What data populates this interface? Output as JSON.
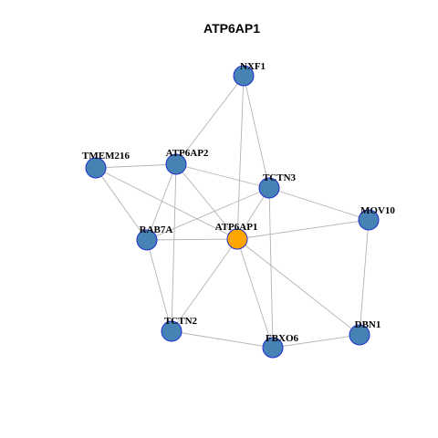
{
  "title": "ATP6AP1",
  "colors": {
    "node_fill": "#4682b4",
    "center_fill": "#ffa500",
    "node_border": "#1f2fd0",
    "edge": "#b3b3b3"
  },
  "graph": {
    "center": "ATP6AP1",
    "nodes": [
      "NXF1",
      "ATP6AP2",
      "TMEM216",
      "TCTN3",
      "MOV10",
      "RAB7A",
      "ATP6AP1",
      "TCTN2",
      "DBN1",
      "FBXO6"
    ],
    "edges": [
      [
        "NXF1",
        "ATP6AP2"
      ],
      [
        "NXF1",
        "ATP6AP1"
      ],
      [
        "NXF1",
        "TCTN3"
      ],
      [
        "TMEM216",
        "ATP6AP2"
      ],
      [
        "TMEM216",
        "RAB7A"
      ],
      [
        "TMEM216",
        "ATP6AP1"
      ],
      [
        "ATP6AP2",
        "TCTN3"
      ],
      [
        "ATP6AP2",
        "RAB7A"
      ],
      [
        "ATP6AP2",
        "ATP6AP1"
      ],
      [
        "ATP6AP2",
        "TCTN2"
      ],
      [
        "TCTN3",
        "RAB7A"
      ],
      [
        "TCTN3",
        "ATP6AP1"
      ],
      [
        "TCTN3",
        "MOV10"
      ],
      [
        "TCTN3",
        "FBXO6"
      ],
      [
        "RAB7A",
        "ATP6AP1"
      ],
      [
        "RAB7A",
        "TCTN2"
      ],
      [
        "ATP6AP1",
        "MOV10"
      ],
      [
        "ATP6AP1",
        "TCTN2"
      ],
      [
        "ATP6AP1",
        "FBXO6"
      ],
      [
        "ATP6AP1",
        "DBN1"
      ],
      [
        "MOV10",
        "DBN1"
      ],
      [
        "TCTN2",
        "FBXO6"
      ],
      [
        "FBXO6",
        "DBN1"
      ]
    ]
  }
}
